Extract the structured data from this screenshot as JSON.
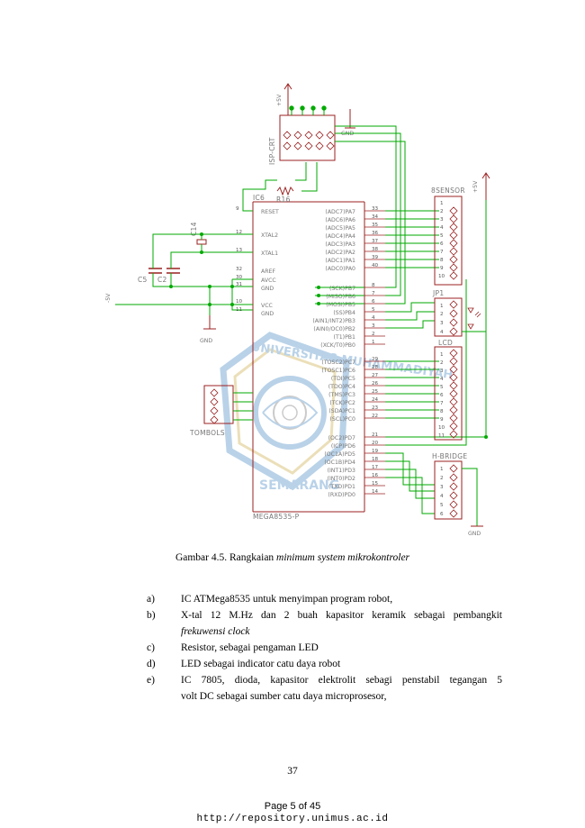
{
  "figure": {
    "caption_prefix": "Gambar 4.5. Rangkaian ",
    "caption_italic": "minimum system mikrokontroler",
    "parts": {
      "isp": "ISP-CRT",
      "ic": "IC6",
      "mcu": "MEGA8535-P",
      "resistor": "R16",
      "cap14": "C14",
      "cap5": "C5",
      "cap2": "C2",
      "sensor": "8SENSOR",
      "jp1": "JP1",
      "lcd": "LCD",
      "tombol": "TOMBOLS",
      "hbridge": "H-BRIDGE"
    },
    "power": {
      "vcc": "+5V",
      "vcc_neg": "-5V",
      "gnd": "GND"
    },
    "left_pins": [
      "RESET",
      "XTAL2",
      "XTAL1",
      "AREF",
      "AVCC",
      "GND",
      "VCC",
      "GND"
    ],
    "left_pin_numbers": [
      "9",
      "12",
      "13",
      "32",
      "30",
      "31",
      "10",
      "11"
    ],
    "porta": [
      "(ADC7)PA7",
      "(ADC6)PA6",
      "(ADC5)PA5",
      "(ADC4)PA4",
      "(ADC3)PA3",
      "(ADC2)PA2",
      "(ADC1)PA1",
      "(ADC0)PA0"
    ],
    "porta_nums": [
      "33",
      "34",
      "35",
      "36",
      "37",
      "38",
      "39",
      "40"
    ],
    "portb": [
      "(SCK)PB7",
      "(MISO)PB6",
      "(MOSI)PB5",
      "(SS)PB4",
      "(AIN1/INT2)PB3",
      "(AIN0/OC0)PB2",
      "(T1)PB1",
      "(XCK/T0)PB0"
    ],
    "portb_nums": [
      "8",
      "7",
      "6",
      "5",
      "4",
      "3",
      "2",
      "1"
    ],
    "portc": [
      "(TOSC2)PC7",
      "(TOSC1)PC6",
      "(TDI)PC5",
      "(TDO)PC4",
      "(TMS)PC3",
      "(TCK)PC2",
      "(SDA)PC1",
      "(SCL)PC0"
    ],
    "portc_nums": [
      "29",
      "28",
      "27",
      "26",
      "25",
      "24",
      "23",
      "22"
    ],
    "portd": [
      "(OC2)PD7",
      "(ICP)PD6",
      "(OC1A)PD5",
      "(OC1B)PD4",
      "(INT1)PD3",
      "(INT0)PD2",
      "(TXD)PD1",
      "(RXD)PD0"
    ],
    "portd_nums": [
      "21",
      "20",
      "19",
      "18",
      "17",
      "16",
      "15",
      "14"
    ],
    "watermark": {
      "top": "UNIVERSITAS MUHAMMADIYAH",
      "bottom": "SEMARANG"
    }
  },
  "list": [
    {
      "letter": "a)",
      "text": "IC ATMega8535 untuk menyimpan program robot,"
    },
    {
      "letter": "b)",
      "text": "X-tal 12 M.Hz dan 2 buah kapasitor keramik sebagai pembangkit",
      "cont_italic": "frekuwensi clock"
    },
    {
      "letter": "c)",
      "text": "Resistor, sebagai pengaman LED"
    },
    {
      "letter": "d)",
      "text": "LED sebagai indicator catu daya robot"
    },
    {
      "letter": "e)",
      "text": "IC 7805, dioda, kapasitor elektrolit sebagi penstabil tegangan  5",
      "cont": "volt DC sebagai sumber catu daya microprosesor,"
    }
  ],
  "footer": {
    "page_number": "37",
    "page_info": "Page 5 of 45",
    "repository": "http://repository.unimus.ac.id"
  },
  "colors": {
    "wire": "#00aa00",
    "part": "#9b2020",
    "label": "#777777",
    "watermark": "#3a7fc0",
    "watermark_gold": "#c8a53a"
  }
}
